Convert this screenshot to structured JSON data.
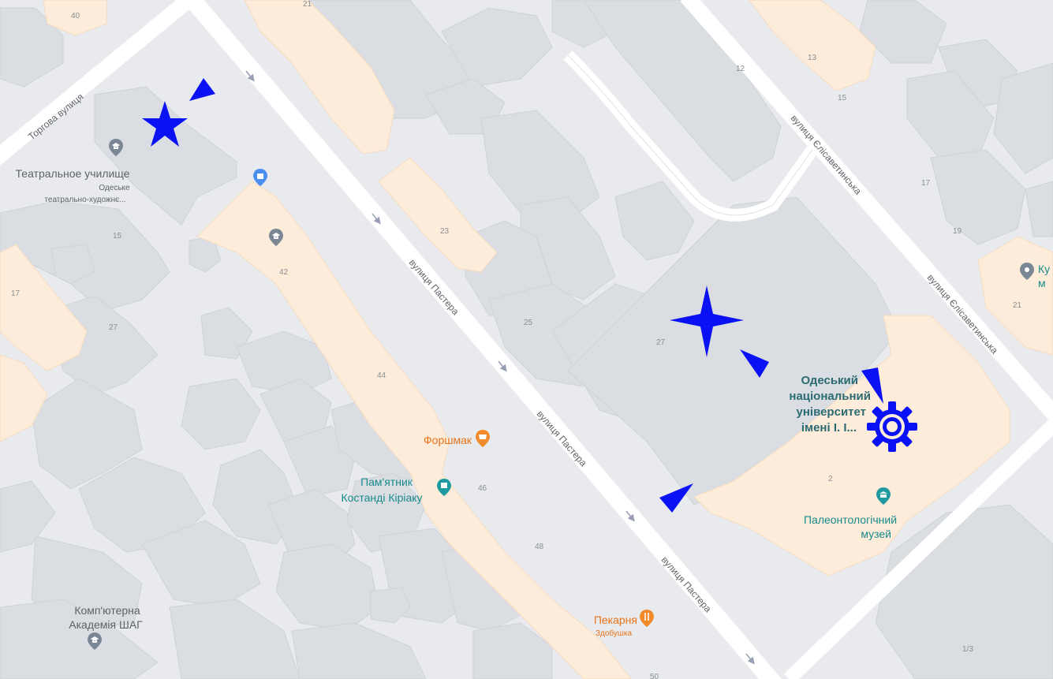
{
  "colors": {
    "block": "#e8eaed",
    "road": "#ffffff",
    "building": "#d9dce0",
    "building_edge": "#cfd2d6",
    "historic": "#fcecd9",
    "label_dark": "#5f6368",
    "label_number": "#8a8f95",
    "teal": "#188a8d",
    "orange": "#e8731a",
    "gray_pin": "#7b8794",
    "blue_pin": "#4a8ef0",
    "marker": "#0a12f5"
  },
  "streets": {
    "torhova": "Торгова вулиця",
    "pastera_1": "вулиця Пастера",
    "pastera_2": "вулиця Пастера",
    "pastera_3": "вулиця Пастера",
    "yelysavetynska_1": "вулиця Єлісаветинська",
    "yelysavetynska_2": "вулиця Єлісаветинська"
  },
  "numbers": {
    "n40": "40",
    "n21_top": "21",
    "n12": "12",
    "n13": "13",
    "n15_right": "15",
    "n17_right": "17",
    "n19": "19",
    "n21_right": "21",
    "n15_left": "15",
    "n17_left": "17",
    "n27_left": "27",
    "n42": "42",
    "n44": "44",
    "n23": "23",
    "n25": "25",
    "n27_mid": "27",
    "n46": "46",
    "n48": "48",
    "n50": "50",
    "n2": "2",
    "n1_3": "1/3"
  },
  "pois": {
    "theatre_school": {
      "title": "Театральное училище",
      "sub_1": "Одеське",
      "sub_2": "театрально-художнє...",
      "icon": "school-icon"
    },
    "forshmak": {
      "title": "Форшмак",
      "icon": "cafe-icon"
    },
    "monument": {
      "title_1": "Пам'ятник",
      "title_2": "Костанді Кіріаку",
      "icon": "monument-icon"
    },
    "university": {
      "line_1": "Одеський",
      "line_2": "національний",
      "line_3": "університет",
      "line_4": "імені І. І..."
    },
    "museum": {
      "line_1": "Палеонтологічний",
      "line_2": "музей",
      "icon": "museum-icon"
    },
    "bakery": {
      "title": "Пекарня",
      "sub": "Здобушка",
      "icon": "restaurant-icon"
    },
    "computer_academy": {
      "line_1": "Комп'ютерна",
      "line_2": "Академія ШАГ",
      "icon": "school-icon"
    },
    "cut_right": {
      "line_1": "Ку",
      "line_2": "м"
    },
    "shop": {
      "icon": "shopping-bag-icon"
    },
    "school_42": {
      "icon": "school-icon"
    }
  },
  "markers": [
    "star-marker",
    "four-point-star-marker",
    "gear-marker",
    "arrow-marker",
    "arrow-marker",
    "arrow-marker",
    "arrow-marker"
  ]
}
